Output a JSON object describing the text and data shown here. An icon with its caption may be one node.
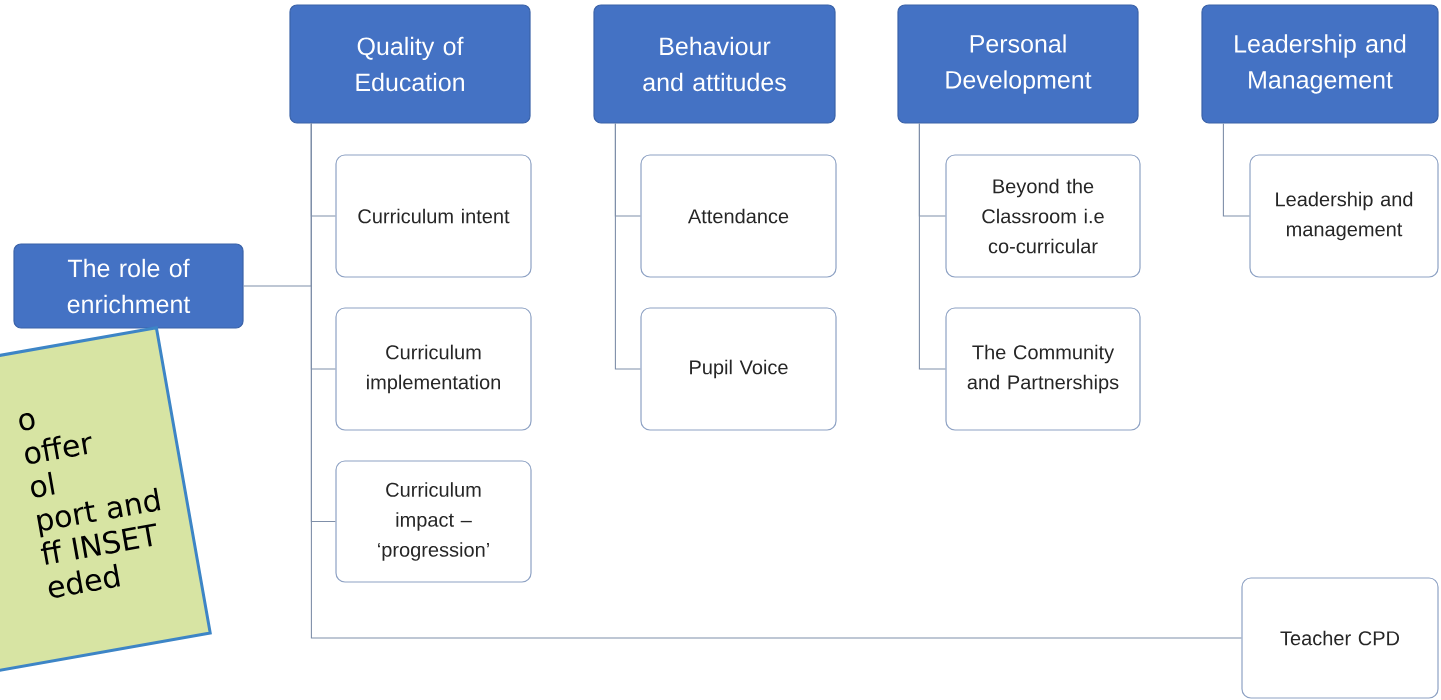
{
  "diagram": {
    "nodes": [
      {
        "text": [
          "The role of enrichment"
        ]
      },
      {
        "text": [
          "Quality of Education"
        ]
      },
      {
        "text": [
          "Curriculum intent"
        ]
      },
      {
        "text": [
          "Curriculum implementation"
        ]
      },
      {
        "text": [
          "Curriculum impact – ‘progression’"
        ]
      },
      {
        "text": [
          "Behaviour and attitudes"
        ]
      },
      {
        "text": [
          "Attendance"
        ]
      },
      {
        "text": [
          "Pupil Voice"
        ]
      },
      {
        "text": [
          "Personal Development"
        ]
      },
      {
        "text": [
          "Beyond the Classroom i.e co-curricular"
        ]
      },
      {
        "text": [
          "The Community and Partnerships"
        ]
      },
      {
        "text": [
          "Leadership and Management"
        ]
      },
      {
        "text": [
          "Leadership and management"
        ]
      },
      {
        "text": [
          "Teacher CPD"
        ]
      },
      {
        "text": [
          "o",
          "offer",
          "ol",
          "port and",
          "ff INSET",
          "eded"
        ]
      }
    ],
    "edges": [
      {
        "from": 0,
        "to": 1,
        "arrow": "none"
      },
      {
        "from": 1,
        "to": 2,
        "arrow": "none"
      },
      {
        "from": 1,
        "to": 3,
        "arrow": "none"
      },
      {
        "from": 1,
        "to": 4,
        "arrow": "none"
      },
      {
        "from": 1,
        "to": 13,
        "arrow": "none"
      },
      {
        "from": 5,
        "to": 6,
        "arrow": "none"
      },
      {
        "from": 5,
        "to": 7,
        "arrow": "none"
      },
      {
        "from": 8,
        "to": 9,
        "arrow": "none"
      },
      {
        "from": 8,
        "to": 10,
        "arrow": "none"
      },
      {
        "from": 11,
        "to": 12,
        "arrow": "none"
      }
    ]
  }
}
